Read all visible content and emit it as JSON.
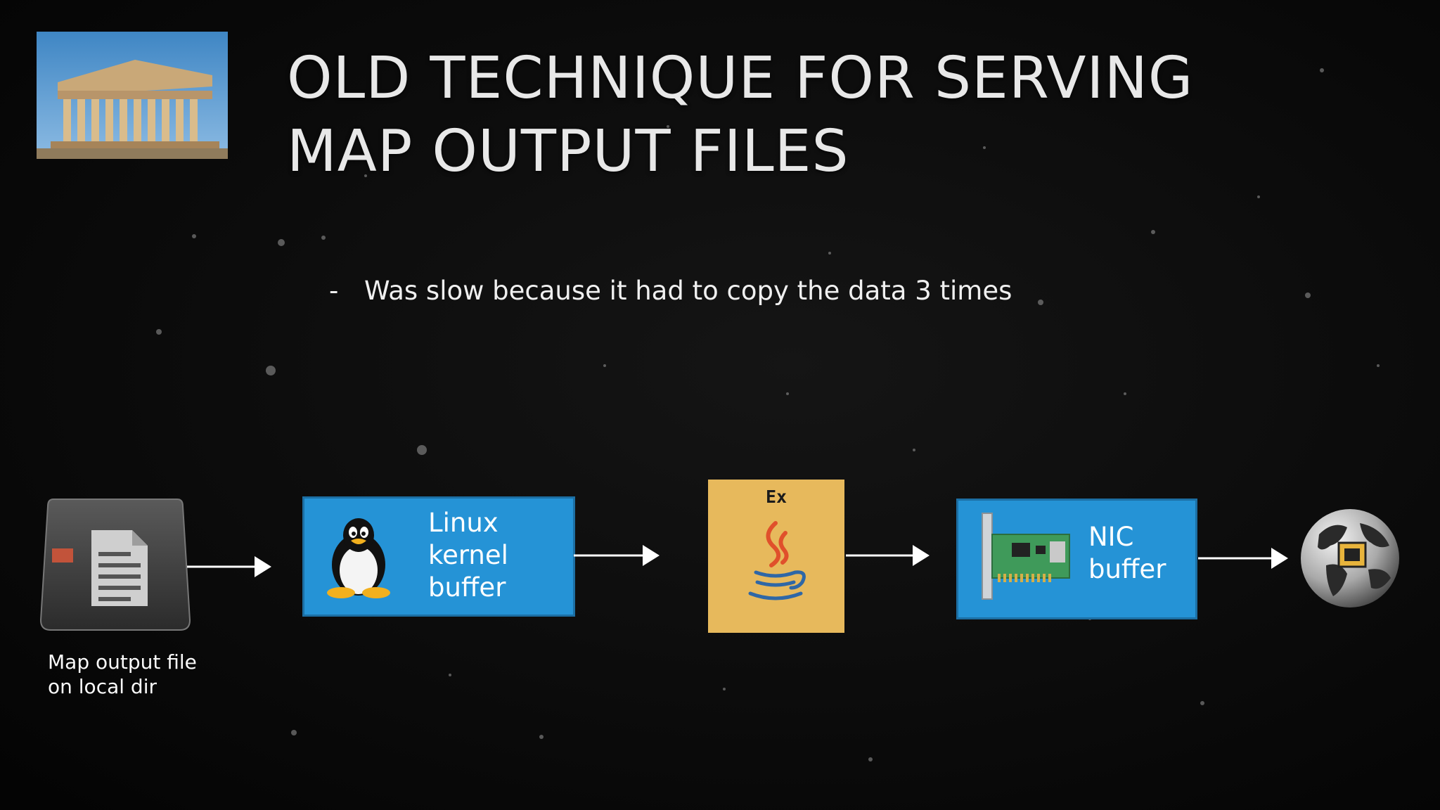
{
  "slide": {
    "title": "OLD TECHNIQUE FOR SERVING MAP OUTPUT FILES",
    "bullet_marker": "-",
    "bullet": "Was slow because it had to copy the data 3 times"
  },
  "diagram": {
    "source_caption": "Map output file\non local dir",
    "linux_label": "Linux\nkernel\nbuffer",
    "executor_label": "Ex",
    "nic_label": "NIC\nbuffer"
  },
  "icons": {
    "thumbnail": "parthenon-image",
    "source": "hard-drive-document-icon",
    "linux": "tux-penguin-icon",
    "executor": "java-coffee-cup-icon",
    "nic": "network-card-icon",
    "destination": "globe-ethernet-icon"
  },
  "colors": {
    "background": "#060606",
    "box_blue": "#2593d6",
    "box_yellow": "#e7b95c",
    "arrow": "#ffffff"
  }
}
